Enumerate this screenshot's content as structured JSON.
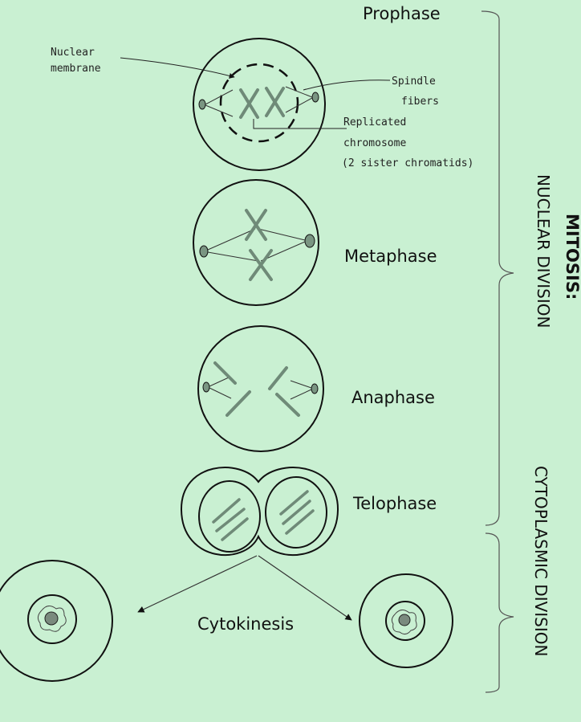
{
  "phases": {
    "prophase": "Prophase",
    "metaphase": "Metaphase",
    "anaphase": "Anaphase",
    "telophase": "Telophase",
    "cytokinesis": "Cytokinesis"
  },
  "annotations": {
    "nuclear_line1": "Nuclear",
    "nuclear_line2": "membrane",
    "spindle_line1": "Spindle",
    "spindle_line2": "fibers",
    "replicated_line1": "Replicated",
    "replicated_line2": "chromosome",
    "replicated_line3": "(2 sister chromatids)"
  },
  "side_labels": {
    "mitosis": "MITOSIS:",
    "nuclear_division": "NUCLEAR DIVISION",
    "cytoplasmic_division": "CYTOPLASMIC DIVISION"
  },
  "colors": {
    "background": "#c9f0d2",
    "ink": "#111111",
    "chromosome": "#6f8a78"
  }
}
